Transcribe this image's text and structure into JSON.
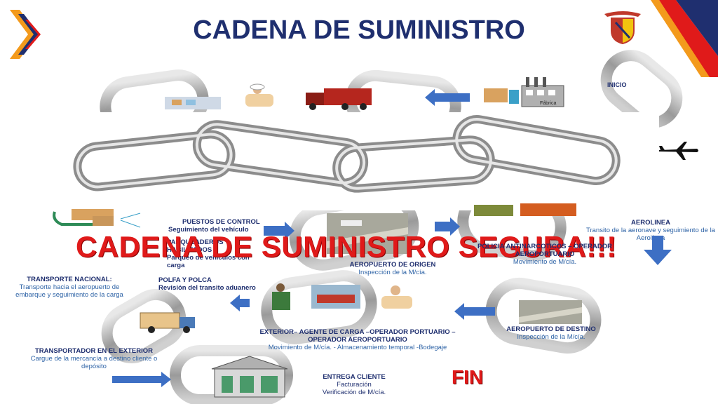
{
  "title": "CADENA DE SUMINISTRO",
  "inicio": "INICIO",
  "fabrica_label": "Fábrica",
  "banner": "CADENA DE SUMINISTRO SEGURA!!!",
  "fin": "FIN",
  "labels": {
    "puestos": {
      "title": "PUESTOS DE CONTROL",
      "desc": "Seguimiento del vehículo"
    },
    "parqueaderos": {
      "title": "PARQUEADEROS HABILITADOS",
      "desc": "Parqueo de vehículos con carga"
    },
    "transporte_nacional": {
      "title": "TRANSPORTE NACIONAL:",
      "desc": "Transporte hacia el aeropuerto de embarque y seguimiento de la carga"
    },
    "polfa": {
      "title": "POLFA Y POLCA",
      "desc": "Revisión del transito aduanero"
    },
    "aeropuerto_origen": {
      "title": "AEROPUERTO DE ORIGEN",
      "desc": "Inspección de la M/cía."
    },
    "policia": {
      "title": "POLICIA ANTINARCOTICOS – OPERADOR AEROPORTUARIO",
      "desc": "Movimiento de M/cía."
    },
    "aerolinea": {
      "title": "AEROLINEA",
      "desc": "Transito de la aeronave y seguimiento de la Aerolínea"
    },
    "exterior": {
      "title": "EXTERIOR– AGENTE DE CARGA –OPERADOR PORTUARIO – OPERADOR AEROPORTUARIO",
      "desc": "Movimiento de M/cía. - Almacenamiento temporal -Bodegaje"
    },
    "aeropuerto_destino": {
      "title": "AEROPUERTO DE DESTINO",
      "desc": "Inspección de la M/cía."
    },
    "transportador": {
      "title": "TRANSPORTADOR EN EL EXTERIOR",
      "desc": "Cargue de la mercancía a destino cliente o depósito"
    },
    "entrega": {
      "title": "ENTREGA CLIENTE",
      "desc1": "Facturación",
      "desc2": "Verificación de M/cía."
    }
  },
  "colors": {
    "title": "#1f2f6f",
    "accent_red": "#e01a1a",
    "arrow_blue": "#3d6fc4",
    "chevron_orange": "#f39a1c"
  }
}
